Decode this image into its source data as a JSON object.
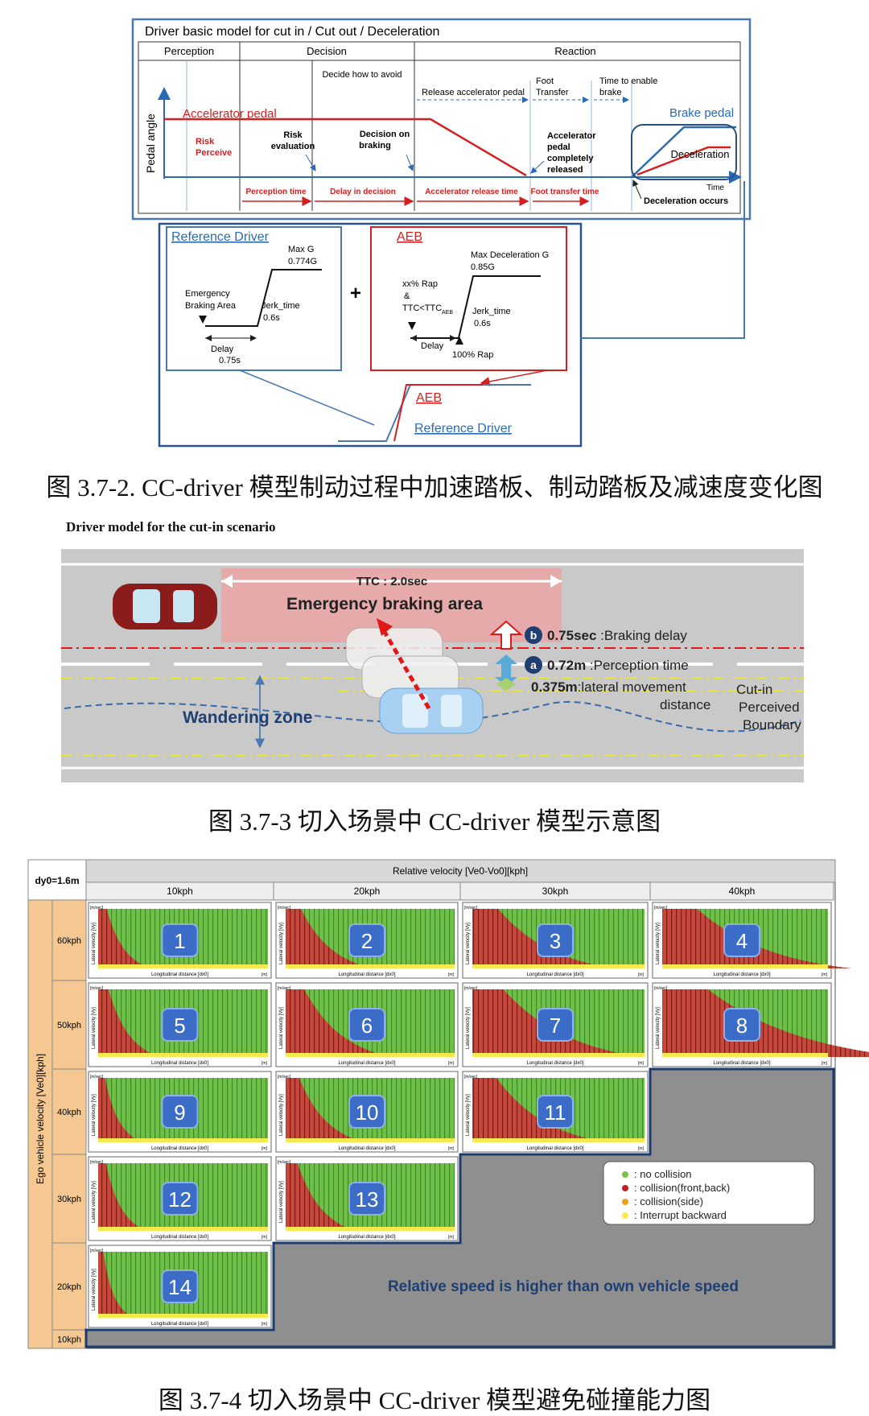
{
  "fig1": {
    "title": "Driver basic model for cut in / Cut out / Deceleration",
    "phases": {
      "perception": "Perception",
      "decision": "Decision",
      "reaction": "Reaction"
    },
    "decide_avoid": "Decide how to avoid",
    "release_acc": "Release accelerator pedal",
    "foot_transfer_1": "Foot",
    "foot_transfer_2": "Transfer",
    "time_enable_1": "Time to enable",
    "time_enable_2": "brake",
    "pedal_angle": "Pedal angle",
    "accelerator_pedal": "Accelerator pedal",
    "brake_pedal": "Brake pedal",
    "risk_perceive_1": "Risk",
    "risk_perceive_2": "Perceive",
    "risk_eval_1": "Risk",
    "risk_eval_2": "evaluation",
    "decision_braking_1": "Decision on",
    "decision_braking_2": "braking",
    "acc_released": [
      "Accelerator",
      "pedal",
      "completely",
      "released"
    ],
    "deceleration": "Deceleration",
    "time": "Time",
    "decel_occurs": "Deceleration occurs",
    "intervals": [
      "Perception time",
      "Delay in decision",
      "Accelerator release time",
      "Foot transfer time"
    ],
    "ref_driver_title": "Reference Driver",
    "ref_max_g_1": "Max G",
    "ref_max_g_2": "0.774G",
    "ref_emergency_1": "Emergency",
    "ref_emergency_2": "Braking Area",
    "ref_jerk_1": "Jerk_time",
    "ref_jerk_2": "0.6s",
    "ref_delay_1": "Delay",
    "ref_delay_2": "0.75s",
    "plus": "+",
    "aeb_title": "AEB",
    "aeb_max_1": "Max Deceleration G",
    "aeb_max_2": "0.85G",
    "aeb_rap_1": "xx% Rap",
    "aeb_rap_2": "&",
    "aeb_ttc_main": "TTC<TTC",
    "aeb_ttc_sub": "AEB",
    "aeb_jerk_1": "Jerk_time",
    "aeb_jerk_2": "0.6s",
    "aeb_delay": "Delay",
    "aeb_100": "100% Rap",
    "bottom_aeb": "AEB",
    "bottom_ref": "Reference Driver",
    "caption": "图 3.7-2. CC-driver 模型制动过程中加速踏板、制动踏板及减速度变化图"
  },
  "fig2": {
    "title": "Driver model for the cut-in scenario",
    "ttc": "TTC : 2.0sec",
    "emergency_area": "Emergency braking area",
    "b_badge": "b",
    "b_value": "0.75sec",
    "b_text": " :Braking delay",
    "a_badge": "a",
    "a_value": "0.72m",
    "a_text": " :Perception  time",
    "lat_value": "0.375m",
    "lat_text_1": ":lateral movement",
    "lat_text_2": "distance",
    "wandering": "Wandering zone",
    "cutin_1": "Cut-in",
    "cutin_2": "Perceived",
    "cutin_3": "Boundary",
    "caption": "图 3.7-3  切入场景中 CC-driver 模型示意图"
  },
  "fig3": {
    "dy0": "dy0=1.6m",
    "rel_velocity": "Relative velocity  [Ve0-Vo0][kph]",
    "columns": [
      "10kph",
      "20kph",
      "30kph",
      "40kph"
    ],
    "rows": [
      "60kph",
      "50kph",
      "40kph",
      "30kph",
      "20kph",
      "10kph"
    ],
    "ego_label": "Ego vehicle velocity  [Ve0][kph]",
    "cell_numbers": [
      "1",
      "2",
      "3",
      "4",
      "5",
      "6",
      "7",
      "8",
      "9",
      "10",
      "11",
      "12",
      "13",
      "14"
    ],
    "axis_y": "Lateral velocity [Vy]",
    "axis_x": "Longitudinal distance [dx0]",
    "unit_y": "[m/sec]",
    "unit_x": "[m]",
    "legend": [
      "no collision",
      "collision(front,back)",
      "collision(side)",
      "Interrupt backward"
    ],
    "legend_colors": [
      "#7cc242",
      "#c0201e",
      "#f0a020",
      "#f4ea50"
    ],
    "note": "Relative speed is higher than own vehicle speed",
    "caption": "图 3.7-4  切入场景中 CC-driver 模型避免碰撞能力图"
  }
}
